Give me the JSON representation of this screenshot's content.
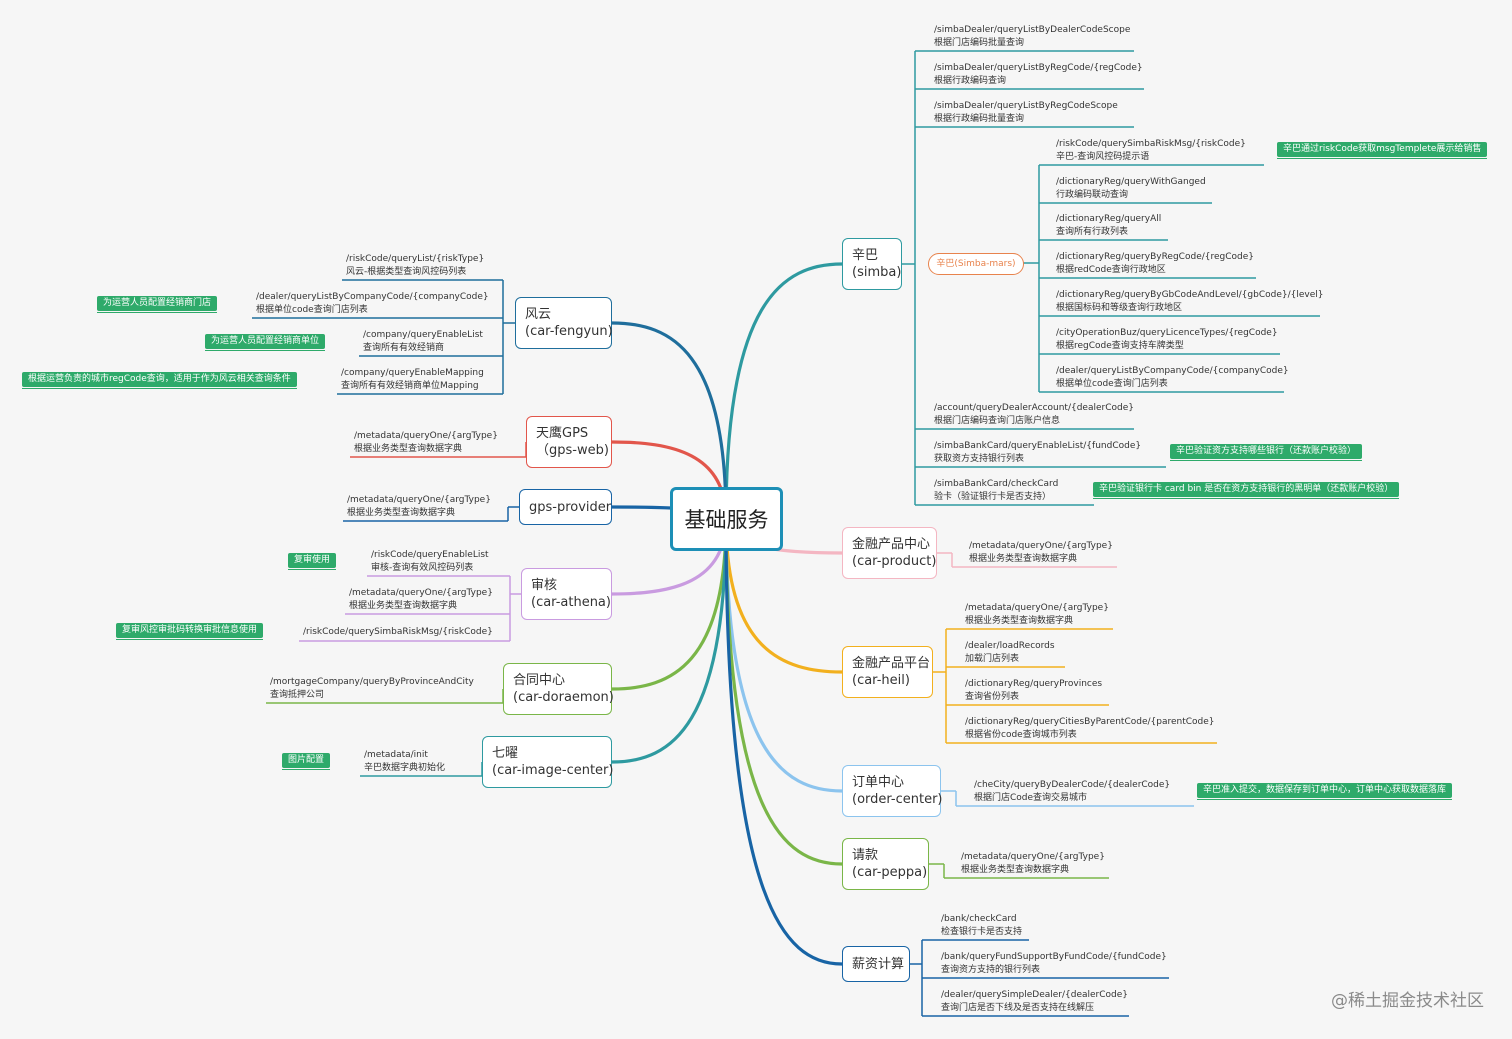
{
  "root": "基础服务",
  "watermark": "@稀土掘金技术社区",
  "simba_sub_label": "辛巴(Simba-mars)",
  "nodes": [
    {
      "id": "simba",
      "l1": "辛巴",
      "l2": "(simba)",
      "color": "#2e9aa0"
    },
    {
      "id": "fengyun",
      "l1": "风云",
      "l2": "(car-fengyun)",
      "color": "#1f6e9c"
    },
    {
      "id": "gps-web",
      "l1": "天鹰GPS",
      "l2": "（gps-web)",
      "color": "#e2564b"
    },
    {
      "id": "gps-provider",
      "l1": "gps-provider",
      "l2": "",
      "color": "#1864a5"
    },
    {
      "id": "athena",
      "l1": "审核",
      "l2": "(car-athena)",
      "color": "#c99be0"
    },
    {
      "id": "doraemon",
      "l1": "合同中心",
      "l2": "(car-doraemon)",
      "color": "#7ab648"
    },
    {
      "id": "image-center",
      "l1": "七曜",
      "l2": "(car-image-center)",
      "color": "#2e9aa0"
    },
    {
      "id": "product",
      "l1": "金融产品中心",
      "l2": "(car-product)",
      "color": "#f4b6c2"
    },
    {
      "id": "heil",
      "l1": "金融产品平台",
      "l2": "(car-heil)",
      "color": "#f2b01e"
    },
    {
      "id": "order-center",
      "l1": "订单中心",
      "l2": "(order-center)",
      "color": "#8cc4ee"
    },
    {
      "id": "peppa",
      "l1": "请款",
      "l2": "(car-peppa)",
      "color": "#7ab648"
    },
    {
      "id": "salary",
      "l1": "薪资计算",
      "l2": "",
      "color": "#1864a5"
    }
  ],
  "leaves": {
    "simba": [
      {
        "p": "/simbaDealer/queryListByDealerCodeScope",
        "d": "根据门店编码批量查询"
      },
      {
        "p": "/simbaDealer/queryListByRegCode/{regCode}",
        "d": "根据行政编码查询"
      },
      {
        "p": "/simbaDealer/queryListByRegCodeScope",
        "d": "根据行政编码批量查询"
      },
      {
        "p": "/account/queryDealerAccount/{dealerCode}",
        "d": "根据门店编码查询门店账户信息"
      },
      {
        "p": "/simbaBankCard/queryEnableList/{fundCode}",
        "d": "获取资方支持银行列表"
      },
      {
        "p": "/simbaBankCard/checkCard",
        "d": "验卡（验证银行卡是否支持）"
      }
    ],
    "mars": [
      {
        "p": "/riskCode/querySimbaRiskMsg/{riskCode}",
        "d": "辛巴-查询风控码提示语"
      },
      {
        "p": "/dictionaryReg/queryWithGanged",
        "d": "行政编码联动查询"
      },
      {
        "p": "/dictionaryReg/queryAll",
        "d": "查询所有行政列表"
      },
      {
        "p": "/dictionaryReg/queryByRegCode/{regCode}",
        "d": "根据redCode查询行政地区"
      },
      {
        "p": "/dictionaryReg/queryByGbCodeAndLevel/{gbCode}/{level}",
        "d": "根据国标码和等级查询行政地区"
      },
      {
        "p": "/cityOperationBuz/queryLicenceTypes/{regCode}",
        "d": "根据regCode查询支持车牌类型"
      },
      {
        "p": "/dealer/queryListByCompanyCode/{companyCode}",
        "d": "根据单位code查询门店列表"
      }
    ],
    "fengyun": [
      {
        "p": "/riskCode/queryList/{riskType}",
        "d": "风云-根据类型查询风控码列表"
      },
      {
        "p": "/dealer/queryListByCompanyCode/{companyCode}",
        "d": "根据单位code查询门店列表"
      },
      {
        "p": "/company/queryEnableList",
        "d": "查询所有有效经销商"
      },
      {
        "p": "/company/queryEnableMapping",
        "d": "查询所有有效经销商单位Mapping"
      }
    ],
    "gps-web": [
      {
        "p": "/metadata/queryOne/{argType}",
        "d": "根据业务类型查询数据字典"
      }
    ],
    "gps-provider": [
      {
        "p": "/metadata/queryOne/{argType}",
        "d": "根据业务类型查询数据字典"
      }
    ],
    "athena": [
      {
        "p": "/riskCode/queryEnableList",
        "d": "审核-查询有效风控码列表"
      },
      {
        "p": "/metadata/queryOne/{argType}",
        "d": "根据业务类型查询数据字典"
      },
      {
        "p": "/riskCode/querySimbaRiskMsg/{riskCode}",
        "d": ""
      }
    ],
    "doraemon": [
      {
        "p": "/mortgageCompany/queryByProvinceAndCity",
        "d": "查询抵押公司"
      }
    ],
    "image-center": [
      {
        "p": "/metadata/init",
        "d": "辛巴数据字典初始化"
      }
    ],
    "product": [
      {
        "p": "/metadata/queryOne/{argType}",
        "d": "根据业务类型查询数据字典"
      }
    ],
    "heil": [
      {
        "p": "/metadata/queryOne/{argType}",
        "d": "根据业务类型查询数据字典"
      },
      {
        "p": "/dealer/loadRecords",
        "d": "加载门店列表"
      },
      {
        "p": "/dictionaryReg/queryProvinces",
        "d": "查询省份列表"
      },
      {
        "p": "/dictionaryReg/queryCitiesByParentCode/{parentCode}",
        "d": "根据省份code查询城市列表"
      }
    ],
    "order-center": [
      {
        "p": "/cheCity/queryByDealerCode/{dealerCode}",
        "d": "根据门店Code查询交易城市"
      }
    ],
    "peppa": [
      {
        "p": "/metadata/queryOne/{argType}",
        "d": "根据业务类型查询数据字典"
      }
    ],
    "salary": [
      {
        "p": "/bank/checkCard",
        "d": "检查银行卡是否支持"
      },
      {
        "p": "/bank/queryFundSupportByFundCode/{fundCode}",
        "d": "查询资方支持的银行列表"
      },
      {
        "p": "/dealer/querySimpleDealer/{dealerCode}",
        "d": "查询门店是否下线及是否支持在线解压"
      }
    ]
  },
  "tags": [
    {
      "text": "辛巴通过riskCode获取msgTemplete展示给销售"
    },
    {
      "text": "辛巴验证资方支持哪些银行（还款账户校验）"
    },
    {
      "text": "辛巴验证银行卡 card bin 是否在资方支持银行的黑明单（还款账户校验）"
    },
    {
      "text": "为运营人员配置经销商门店"
    },
    {
      "text": "为运营人员配置经销商单位"
    },
    {
      "text": "根据运营负责的城市regCode查询，适用于作为风云相关查询条件"
    },
    {
      "text": "复审使用"
    },
    {
      "text": "复审风控审批码转换审批信息使用"
    },
    {
      "text": "图片配置"
    },
    {
      "text": "辛巴准入提交，数据保存到订单中心，订单中心获取数据落库"
    }
  ]
}
